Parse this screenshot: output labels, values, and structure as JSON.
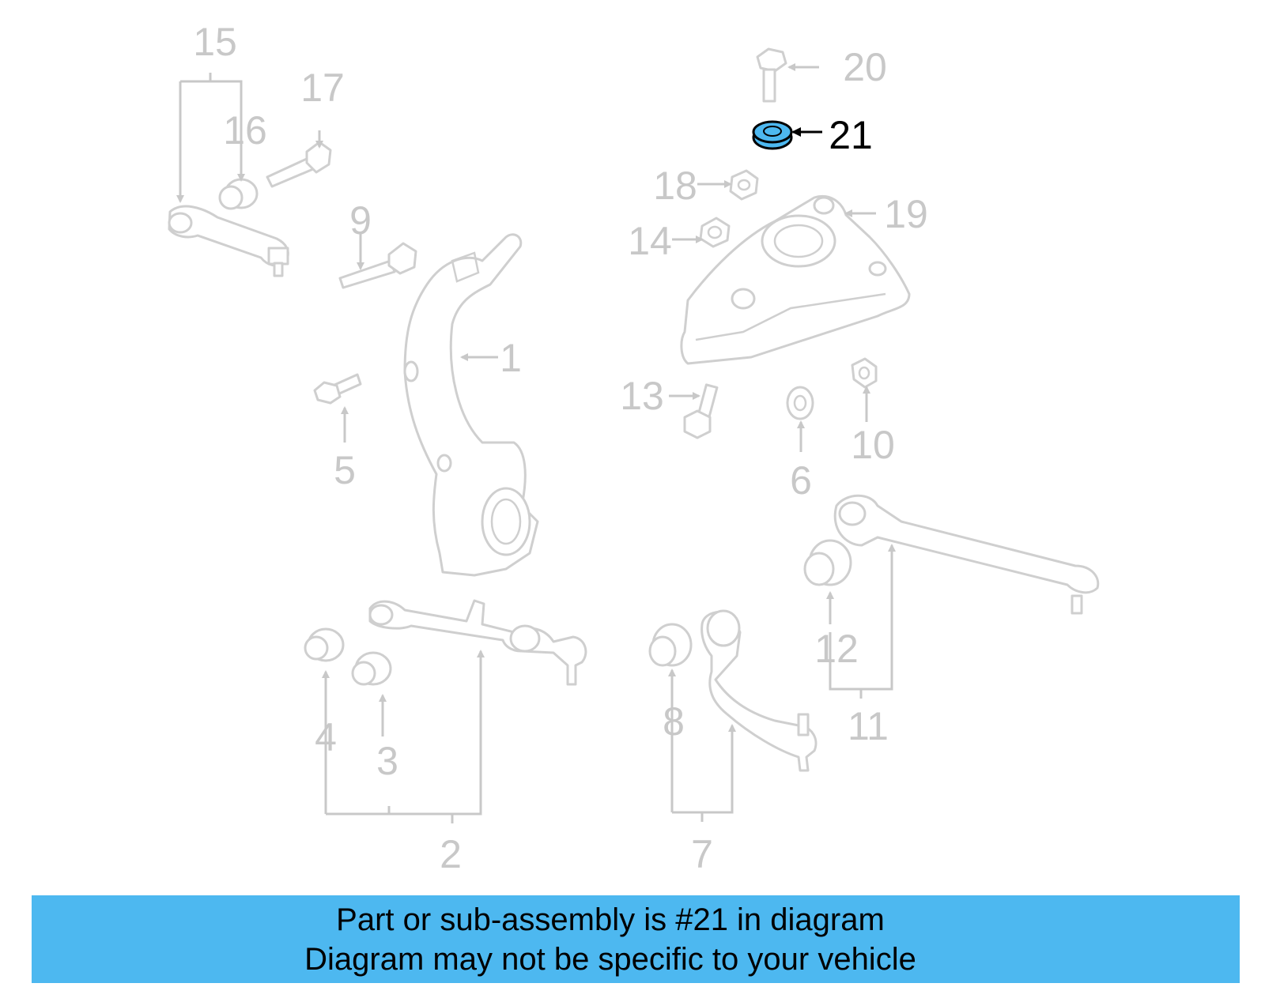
{
  "diagram": {
    "callouts": {
      "c1": "1",
      "c2": "2",
      "c3": "3",
      "c4": "4",
      "c5": "5",
      "c6": "6",
      "c7": "7",
      "c8": "8",
      "c9": "9",
      "c10": "10",
      "c11": "11",
      "c12": "12",
      "c13": "13",
      "c14": "14",
      "c15": "15",
      "c16": "16",
      "c17": "17",
      "c18": "18",
      "c19": "19",
      "c20": "20",
      "c21": "21"
    },
    "highlighted_part": "21",
    "highlight_color": "#4db8f0",
    "part_line_color": "#c8c8c8"
  },
  "banner": {
    "line1": "Part or sub-assembly is #21 in diagram",
    "line2": "Diagram may not be specific to your vehicle",
    "color": "#4db8f0"
  }
}
